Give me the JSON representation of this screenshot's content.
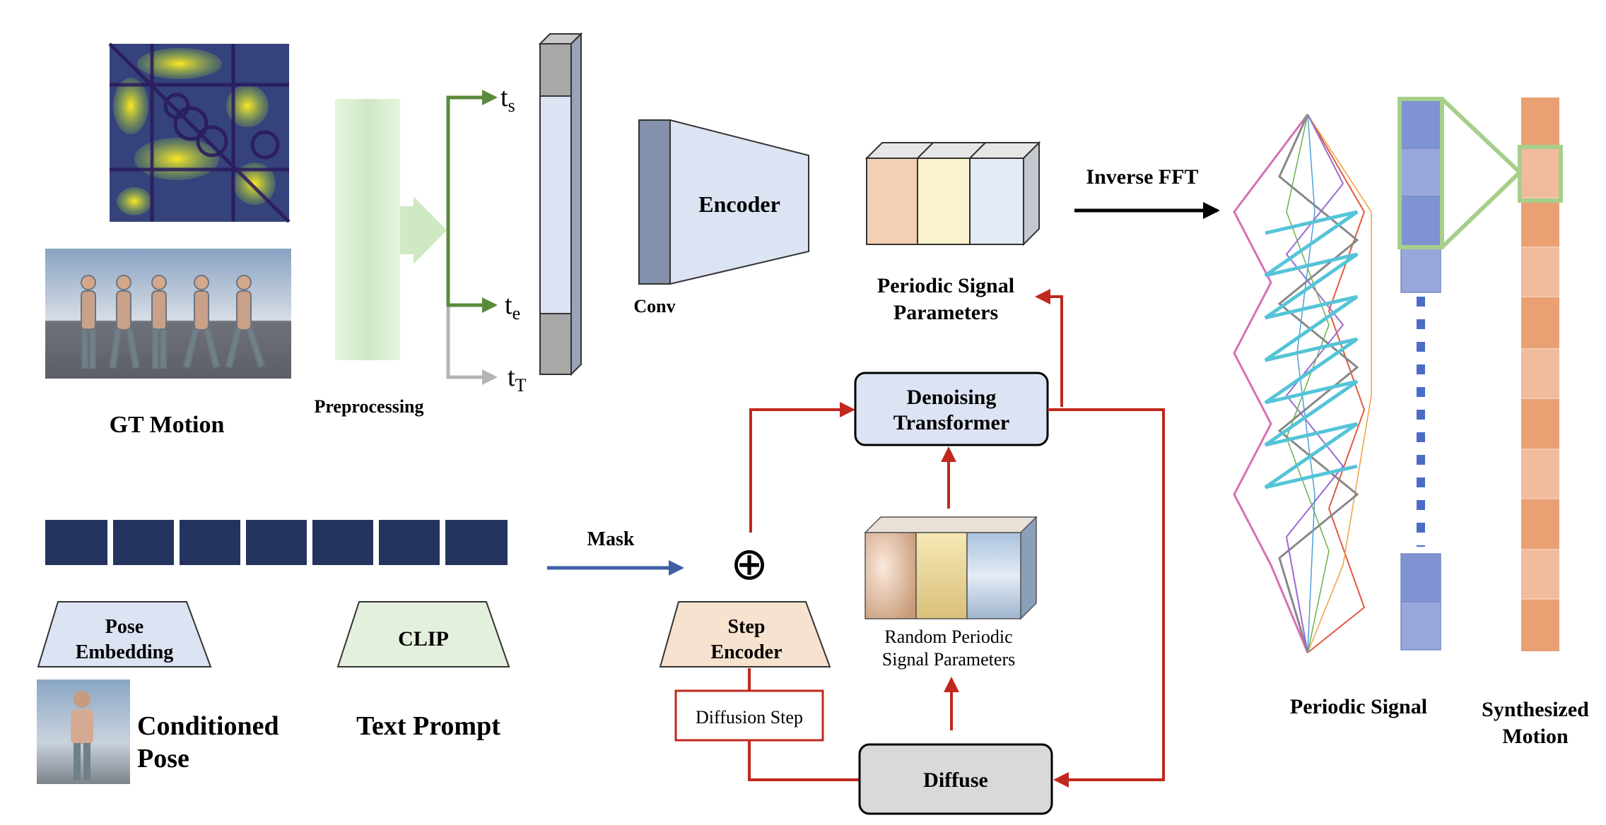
{
  "gt_motion": {
    "label": "GT Motion"
  },
  "preprocessing": {
    "label": "Preprocessing"
  },
  "timeline": {
    "t_s_base": "t",
    "t_s_sub": "s",
    "t_e_base": "t",
    "t_e_sub": "e",
    "t_T_base": "t",
    "t_T_sub": "T"
  },
  "encoder_block": {
    "conv_label": "Conv",
    "encoder_label": "Encoder"
  },
  "psp": {
    "label_line1": "Periodic Signal",
    "label_line2": "Parameters"
  },
  "inverse_fft": {
    "label": "Inverse FFT"
  },
  "denoiser": {
    "line1": "Denoising",
    "line2": "Transformer"
  },
  "mask": {
    "label": "Mask"
  },
  "plus": {
    "symbol": "⊕"
  },
  "step_encoder": {
    "line1": "Step",
    "line2": "Encoder"
  },
  "random_psp": {
    "line1": "Random Periodic",
    "line2": "Signal Parameters"
  },
  "diffusion_step": {
    "label": "Diffusion Step"
  },
  "diffuse": {
    "label": "Diffuse"
  },
  "pose_embedding": {
    "line1": "Pose",
    "line2": "Embedding"
  },
  "clip": {
    "label": "CLIP"
  },
  "conditioned_pose": {
    "line1": "Conditioned",
    "line2": "Pose"
  },
  "text_prompt": {
    "label": "Text Prompt"
  },
  "periodic_signal": {
    "label": "Periodic Signal"
  },
  "synthesized_motion": {
    "line1": "Synthesized",
    "line2": "Motion"
  },
  "colors": {
    "arrow_red": "#c0281e",
    "arrow_green": "#5a8a3a",
    "arrow_gray": "#b4b4b4",
    "arrow_blue": "#3d5fa6",
    "token_navy": "#24345e",
    "encoder_fill": "#dce3f3",
    "denoiser_fill": "#dce3f3",
    "diffuse_fill": "#d9d9d9",
    "step_encoder_fill": "#f7e1cf",
    "clip_fill": "#e3f0dc",
    "signal_blue": "#8da0d8",
    "motion_orange": "#e9a174"
  }
}
